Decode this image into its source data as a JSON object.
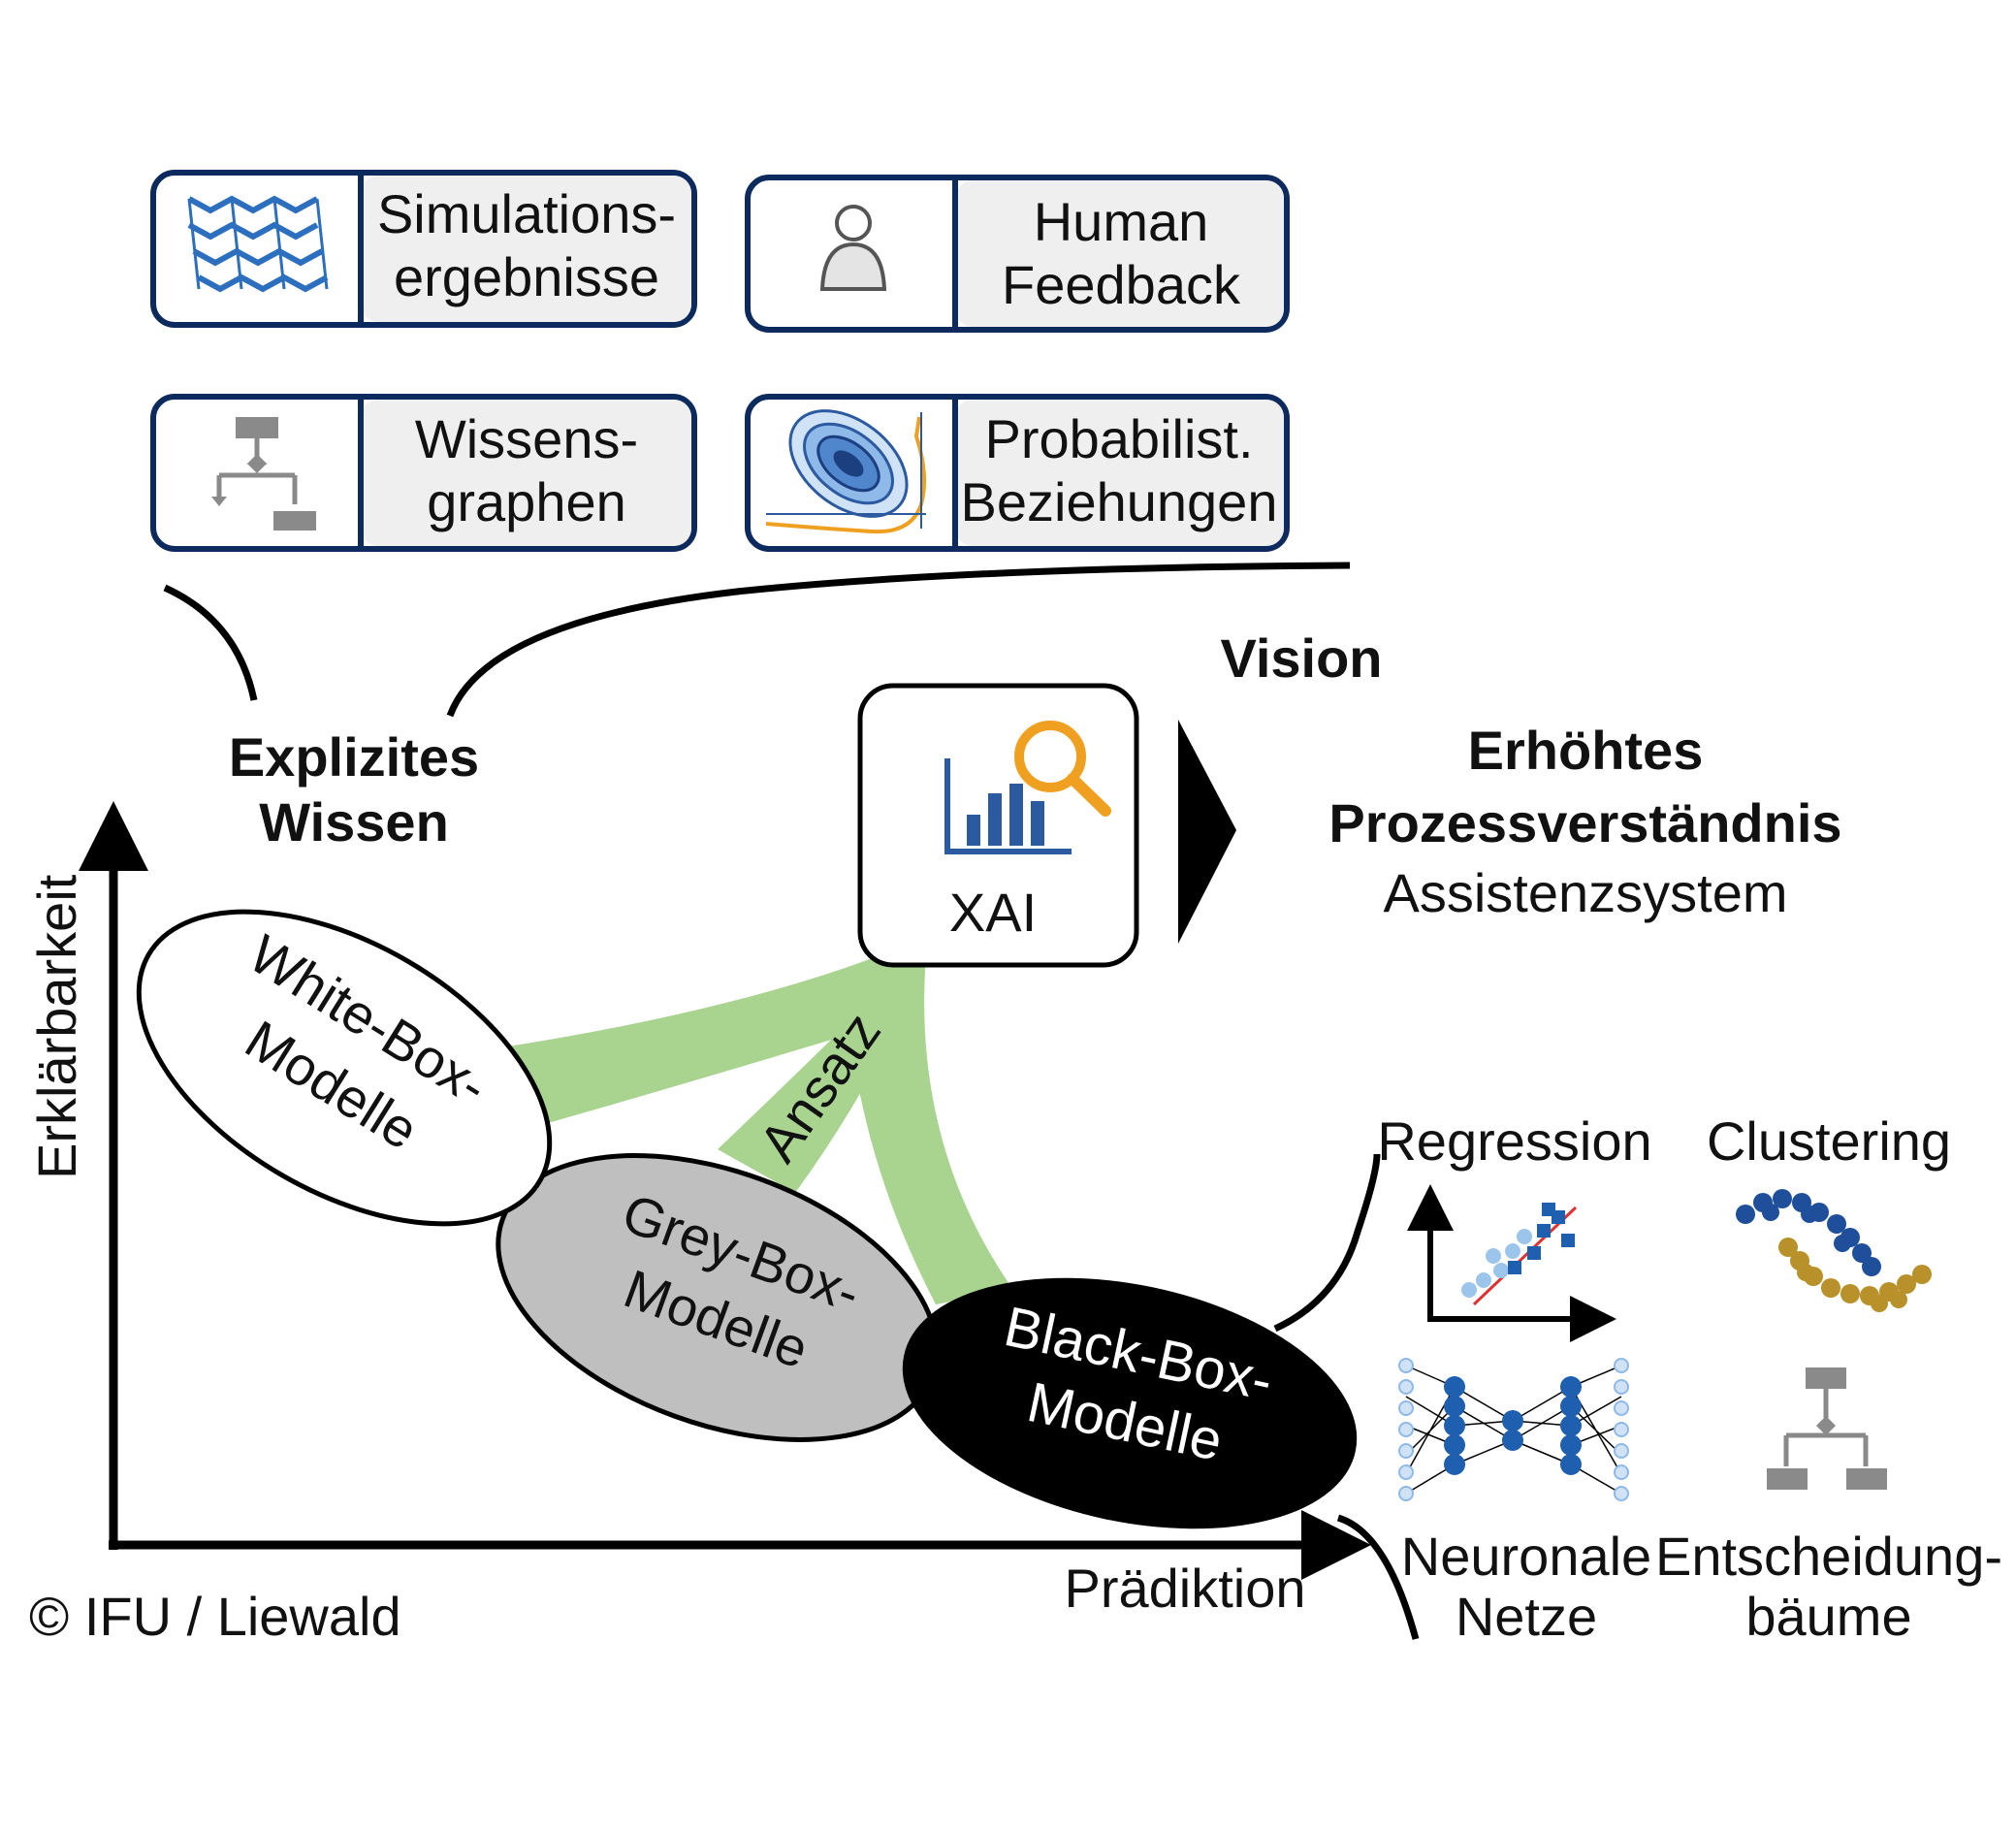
{
  "knowledge_sources": [
    {
      "line1": "Simulations-",
      "line2": "ergebnisse",
      "icon": "simulation-mesh-icon"
    },
    {
      "line1": "Human",
      "line2": "Feedback",
      "icon": "person-icon"
    },
    {
      "line1": "Wissens-",
      "line2": "graphen",
      "icon": "knowledge-graph-icon"
    },
    {
      "line1": "Probabilist.",
      "line2": "Beziehungen",
      "icon": "probability-contour-icon"
    }
  ],
  "explicit_knowledge": {
    "line1": "Explizites",
    "line2": "Wissen"
  },
  "vision": "Vision",
  "xai": {
    "label": "XAI",
    "icon": "chart-magnifier-icon"
  },
  "outcome": {
    "line1": "Erhöhtes",
    "line2": "Prozessverständnis",
    "line3": "Assistenzsystem"
  },
  "axes": {
    "y_label": "Erklärbarkeit",
    "x_label": "Prädiktion"
  },
  "models": {
    "white": {
      "line1": "White-Box-",
      "line2": "Modelle"
    },
    "grey": {
      "line1": "Grey-Box-",
      "line2": "Modelle"
    },
    "black": {
      "line1": "Black-Box-",
      "line2": "Modelle"
    }
  },
  "approach": "Ansatz",
  "ml_methods": {
    "regression": "Regression",
    "clustering": "Clustering",
    "neural_line1": "Neuronale",
    "neural_line2": "Netze",
    "tree_line1": "Entscheidung-",
    "tree_line2": "bäume"
  },
  "copyright": "© IFU / Liewald",
  "colors": {
    "card_border": "#0d2a5e",
    "card_fill": "#efefef",
    "approach_green": "#a8d48f",
    "xai_blue": "#2c5aa0",
    "xai_orange": "#f0a020",
    "grey_model": "#bfbfbf",
    "cluster_blue": "#1f4f9a",
    "cluster_gold": "#b8912a"
  }
}
